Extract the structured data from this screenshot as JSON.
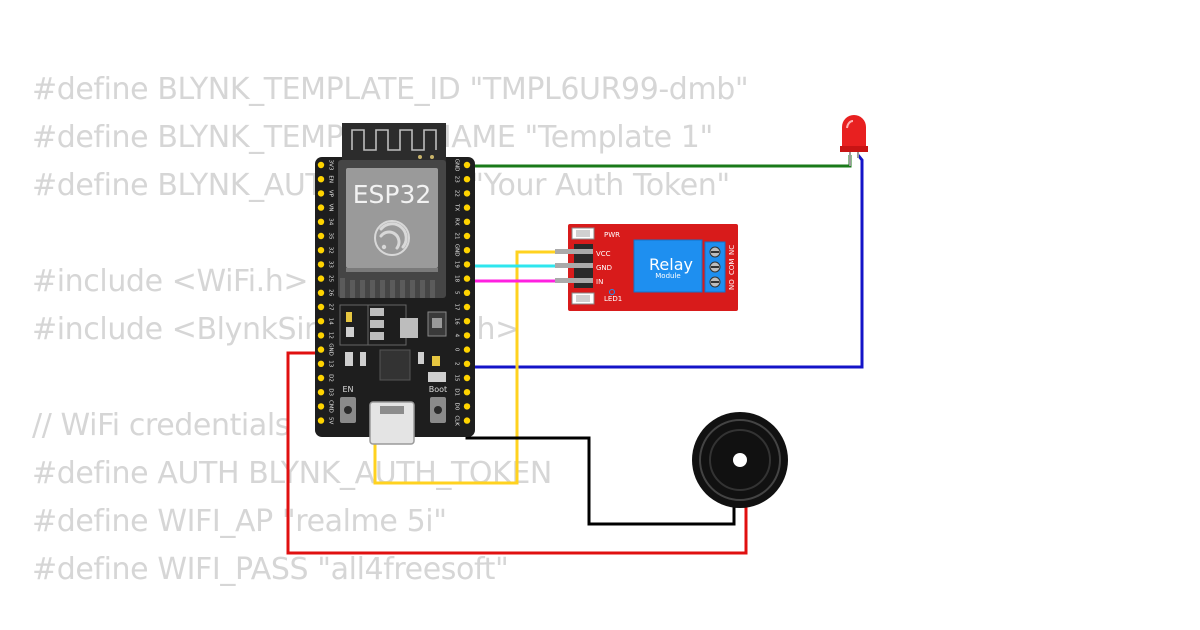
{
  "code_lines": [
    "#define BLYNK_TEMPLATE_ID \"TMPL6UR99-dmb\"",
    "#define BLYNK_TEMPLATE_NAME \"Template 1\"",
    "#define BLYNK_AUTH_TOKEN \"Your Auth Token\"",
    "",
    "#include <WiFi.h>",
    "#include <BlynkSimpleEsp32.h>",
    "",
    "// WiFi credentials",
    "#define AUTH BLYNK_AUTH_TOKEN",
    "#define WIFI_AP \"realme 5i\"",
    "#define WIFI_PASS \"all4freesoft\""
  ],
  "esp32": {
    "label": "ESP32",
    "left_pins": [
      "3V3",
      "EN",
      "VP",
      "VN",
      "34",
      "35",
      "32",
      "33",
      "25",
      "26",
      "27",
      "14",
      "12",
      "GND",
      "13",
      "D2",
      "D3",
      "CMD",
      "5V"
    ],
    "right_pins": [
      "GND",
      "23",
      "22",
      "TX",
      "RX",
      "21",
      "GND",
      "19",
      "18",
      "5",
      "17",
      "16",
      "4",
      "0",
      "2",
      "15",
      "D1",
      "D0",
      "CLK"
    ],
    "en_label": "EN",
    "boot_label": "Boot"
  },
  "relay": {
    "title": "Relay",
    "subtitle": "Module",
    "pins": [
      "VCC",
      "GND",
      "IN"
    ],
    "pwr_label": "PWR",
    "led_label": "LED1",
    "terminals": [
      "NO",
      "COM",
      "NC"
    ]
  },
  "colors": {
    "wire_gnd_led": "#1a7a1a",
    "wire_led_signal": "#1414c8",
    "wire_vcc": "#ffd21f",
    "wire_gnd_relay": "#2ee6ee",
    "wire_in": "#ff20e0",
    "wire_buzzer_gnd": "#000000",
    "wire_buzzer_sig": "#e01010",
    "board": "#1e1e1e",
    "relay_board": "#d81b1b",
    "relay_cube": "#1e8ff0",
    "led": "#e82020"
  }
}
